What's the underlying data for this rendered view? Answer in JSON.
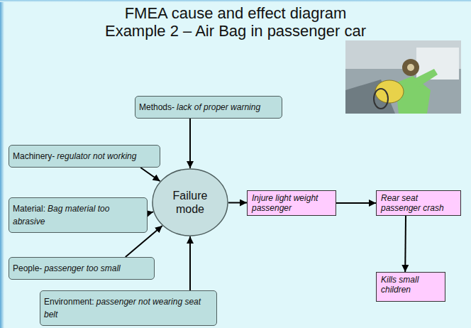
{
  "diagram": {
    "title": "FMEA cause and effect diagram",
    "nodes": [
      {
        "text": [
          "Methods-",
          "lack of proper warning"
        ]
      },
      {
        "text": [
          "Machinery-",
          "regulator not working"
        ]
      },
      {
        "text": [
          "Material:",
          "Bag material too abrasive"
        ]
      },
      {
        "text": [
          "Failure mode"
        ]
      },
      {
        "text": [
          "Injure light weight passenger"
        ]
      },
      {
        "text": [
          "Rear seat passenger crash"
        ]
      },
      {
        "text": [
          "Kills small children"
        ]
      },
      {
        "text": [
          "People-",
          "passenger too small"
        ]
      },
      {
        "text": [
          "Environment:",
          "passenger not wearing seat belt"
        ]
      }
    ],
    "edges": [
      {
        "from": 0,
        "to": 3,
        "arrow": "to"
      },
      {
        "from": 1,
        "to": 3,
        "arrow": "to"
      },
      {
        "from": 2,
        "to": 3,
        "arrow": "to"
      },
      {
        "from": 7,
        "to": 3,
        "arrow": "to"
      },
      {
        "from": 8,
        "to": 3,
        "arrow": "to"
      },
      {
        "from": 3,
        "to": 4,
        "arrow": "to"
      },
      {
        "from": 4,
        "to": 5,
        "arrow": "to"
      },
      {
        "from": 5,
        "to": 6,
        "arrow": "to"
      }
    ],
    "labels": [
      "Example 2 – Air Bag in passenger car"
    ]
  }
}
